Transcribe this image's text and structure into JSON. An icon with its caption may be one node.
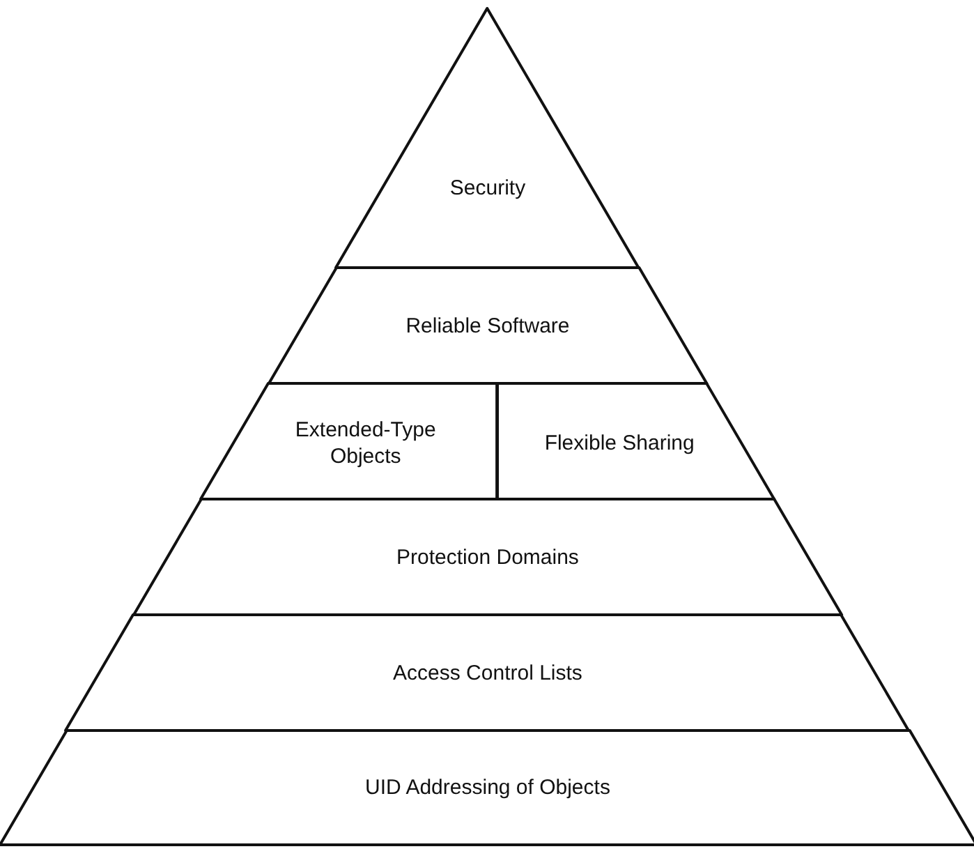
{
  "diagram": {
    "nodes": [
      {
        "text": [
          "Security"
        ]
      },
      {
        "text": [
          "Reliable Software"
        ]
      },
      {
        "text": [
          "Extended-Type Objects"
        ]
      },
      {
        "text": [
          "Flexible Sharing"
        ]
      },
      {
        "text": [
          "Protection Domains"
        ]
      },
      {
        "text": [
          "Access Control Lists"
        ]
      },
      {
        "text": [
          "UID Addressing of Objects"
        ]
      }
    ]
  }
}
